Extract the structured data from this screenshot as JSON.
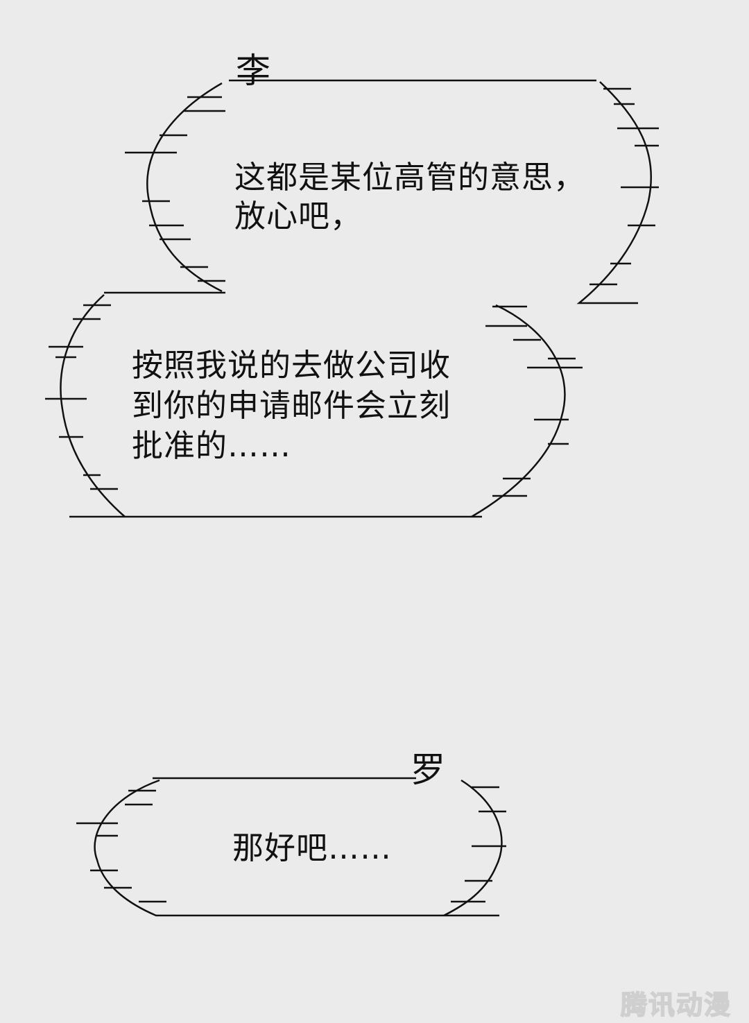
{
  "bubbles": [
    {
      "speaker": "李",
      "lines": [
        "这都是某位高管的意思，",
        "放心吧，"
      ]
    },
    {
      "speaker": "",
      "lines": [
        "按照我说的去做公司收",
        "到你的申请邮件会立刻",
        "批准的……"
      ]
    },
    {
      "speaker": "罗",
      "lines": [
        "那好吧……"
      ]
    }
  ],
  "watermark": "腾讯动漫",
  "colors": {
    "background": "#ebebeb",
    "ink": "#111111"
  }
}
